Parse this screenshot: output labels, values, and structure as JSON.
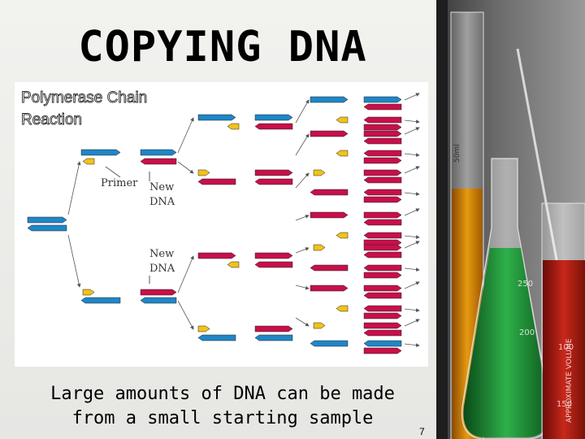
{
  "slide": {
    "title": "COPYING DNA",
    "caption_line1": "Large amounts of DNA can be made",
    "caption_line2": "from a small starting sample",
    "page_number": "7"
  },
  "diagram": {
    "heading_line1": "Polymerase Chain",
    "heading_line2": "Reaction",
    "label_primer": "Primer",
    "label_new_dna_top_1": "New",
    "label_new_dna_top_2": "DNA",
    "label_new_dna_bottom_1": "New",
    "label_new_dna_bottom_2": "DNA",
    "colors": {
      "original_strand": "#1f86c8",
      "new_strand": "#c8104a",
      "primer": "#f2c21a",
      "arrow": "#555555"
    }
  },
  "photo": {
    "beaker_labels": [
      "50ml",
      "100",
      "150",
      "200",
      "250"
    ],
    "watermark": "APPROXIMATE VOLUME"
  }
}
